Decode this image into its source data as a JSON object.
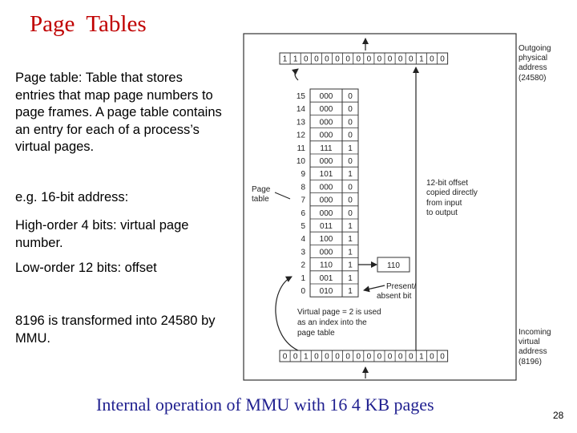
{
  "slide": {
    "title": "Page  Tables",
    "description": "Page table: Table that stores entries that map page numbers to page frames. A page table contains an entry for each of a process’s virtual pages.",
    "example": "e.g. 16-bit address:",
    "high_order": "High-order 4 bits: virtual page number.",
    "low_order": "Low-order 12 bits: offset",
    "transform": "8196 is transformed into 24580 by MMU.",
    "caption": "Internal operation of MMU with 16 4 KB pages",
    "page_number": "28"
  },
  "figure": {
    "outgoing_bits": [
      "1",
      "1",
      "0",
      "0",
      "0",
      "0",
      "0",
      "0",
      "0",
      "0",
      "0",
      "0",
      "0",
      "1",
      "0",
      "0"
    ],
    "incoming_bits": [
      "0",
      "0",
      "1",
      "0",
      "0",
      "0",
      "0",
      "0",
      "0",
      "0",
      "0",
      "0",
      "0",
      "1",
      "0",
      "0"
    ],
    "outgoing_label": [
      "Outgoing",
      "physical",
      "address",
      "(24580)"
    ],
    "incoming_label": [
      "Incoming",
      "virtual",
      "address",
      "(8196)"
    ],
    "page_table_label": [
      "Page",
      "table"
    ],
    "offset_note": [
      "12-bit offset",
      "copied directly",
      "from input",
      "to output"
    ],
    "present_label": [
      "Present/",
      "absent bit"
    ],
    "virtual_page_note": [
      "Virtual page = 2 is used",
      "as an index into the",
      "page table"
    ],
    "lookup_value": "110",
    "rows": [
      {
        "index": "15",
        "frame": "000",
        "present": "0"
      },
      {
        "index": "14",
        "frame": "000",
        "present": "0"
      },
      {
        "index": "13",
        "frame": "000",
        "present": "0"
      },
      {
        "index": "12",
        "frame": "000",
        "present": "0"
      },
      {
        "index": "11",
        "frame": "111",
        "present": "1"
      },
      {
        "index": "10",
        "frame": "000",
        "present": "0"
      },
      {
        "index": "9",
        "frame": "101",
        "present": "1"
      },
      {
        "index": "8",
        "frame": "000",
        "present": "0"
      },
      {
        "index": "7",
        "frame": "000",
        "present": "0"
      },
      {
        "index": "6",
        "frame": "000",
        "present": "0"
      },
      {
        "index": "5",
        "frame": "011",
        "present": "1"
      },
      {
        "index": "4",
        "frame": "100",
        "present": "1"
      },
      {
        "index": "3",
        "frame": "000",
        "present": "1"
      },
      {
        "index": "2",
        "frame": "110",
        "present": "1"
      },
      {
        "index": "1",
        "frame": "001",
        "present": "1"
      },
      {
        "index": "0",
        "frame": "010",
        "present": "1"
      }
    ]
  }
}
